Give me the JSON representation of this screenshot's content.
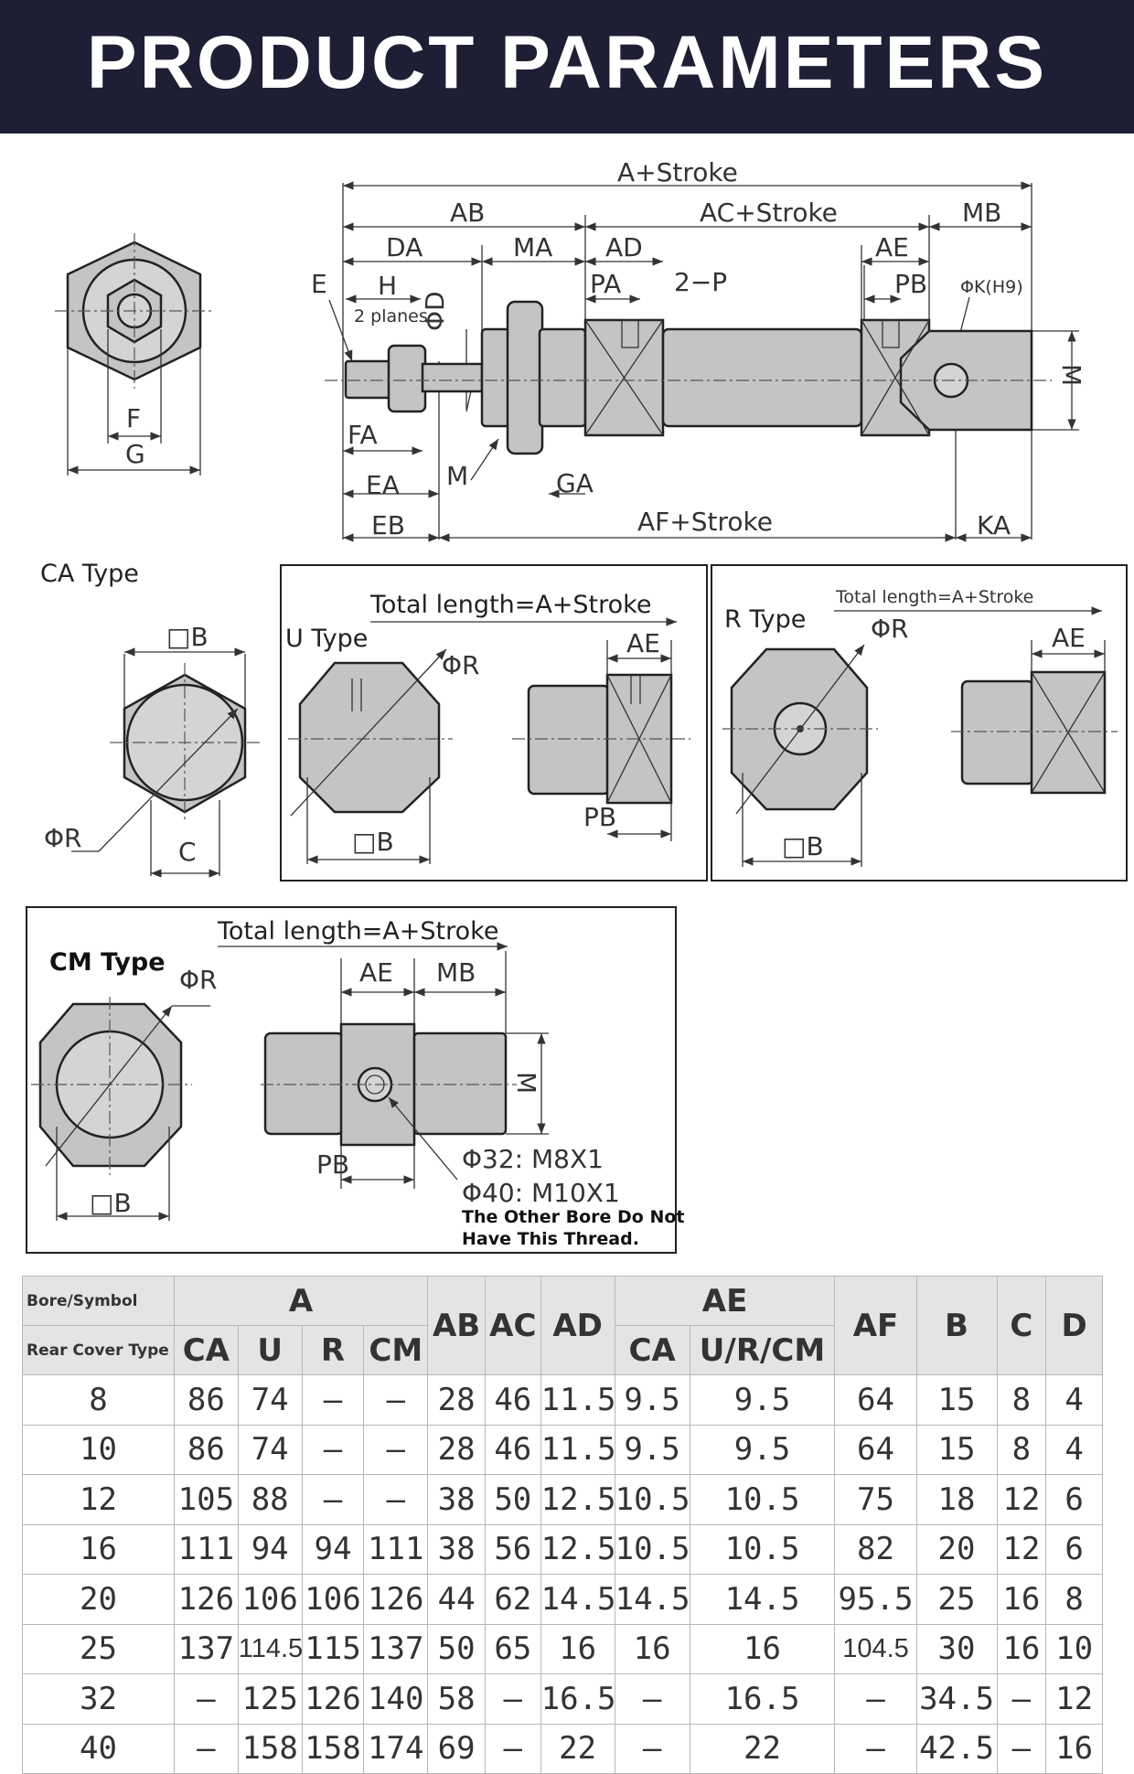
{
  "header": {
    "title": "PRODUCT PARAMETERS"
  },
  "main_drawing": {
    "labels": {
      "a_stroke": "A+Stroke",
      "ab": "AB",
      "ac_stroke": "AC+Stroke",
      "mb": "MB",
      "da": "DA",
      "ma": "MA",
      "ad": "AD",
      "ae": "AE",
      "e": "E",
      "h": "H",
      "two_planes": "2 planes",
      "phi_d": "ΦD",
      "pa": "PA",
      "two_p": "2−P",
      "pb": "PB",
      "phi_k": "ΦK(H9)",
      "m": "M",
      "fa": "FA",
      "ea": "EA",
      "m_thread": "M",
      "ga": "GA",
      "eb": "EB",
      "af_stroke": "AF+Stroke",
      "ka": "KA",
      "f": "F",
      "g": "G"
    }
  },
  "ca_type": {
    "title": "CA Type",
    "b": "□B",
    "phi_r": "ΦR",
    "c": "C"
  },
  "u_type": {
    "title": "U Type",
    "total": "Total length=A+Stroke",
    "phi_r": "ΦR",
    "ae": "AE",
    "pb": "PB",
    "b": "□B"
  },
  "r_type": {
    "title": "R Type",
    "total": "Total length=A+Stroke",
    "phi_r": "ΦR",
    "ae": "AE",
    "b": "□B"
  },
  "cm_type": {
    "title": "CM Type",
    "total": "Total length=A+Stroke",
    "phi_r": "ΦR",
    "ae": "AE",
    "mb": "MB",
    "m": "M",
    "pb": "PB",
    "b": "□B",
    "thread1": "Φ32: M8X1",
    "thread2": "Φ40: M10X1",
    "note1": "The Other Bore Do Not",
    "note2": "Have This Thread."
  },
  "table": {
    "header": {
      "bore_symbol": "Bore/Symbol",
      "rear_cover_type": "Rear Cover Type",
      "a": "A",
      "a_ca": "CA",
      "a_u": "U",
      "a_r": "R",
      "a_cm": "CM",
      "ab": "AB",
      "ac": "AC",
      "ad": "AD",
      "ae": "AE",
      "ae_ca": "CA",
      "ae_urcm": "U/R/CM",
      "af": "AF",
      "b": "B",
      "c": "C",
      "d": "D"
    },
    "rows": [
      [
        "8",
        "86",
        "74",
        "–",
        "–",
        "28",
        "46",
        "11.5",
        "9.5",
        "9.5",
        "64",
        "15",
        "8",
        "4"
      ],
      [
        "10",
        "86",
        "74",
        "–",
        "–",
        "28",
        "46",
        "11.5",
        "9.5",
        "9.5",
        "64",
        "15",
        "8",
        "4"
      ],
      [
        "12",
        "105",
        "88",
        "–",
        "–",
        "38",
        "50",
        "12.5",
        "10.5",
        "10.5",
        "75",
        "18",
        "12",
        "6"
      ],
      [
        "16",
        "111",
        "94",
        "94",
        "111",
        "38",
        "56",
        "12.5",
        "10.5",
        "10.5",
        "82",
        "20",
        "12",
        "6"
      ],
      [
        "20",
        "126",
        "106",
        "106",
        "126",
        "44",
        "62",
        "14.5",
        "14.5",
        "14.5",
        "95.5",
        "25",
        "16",
        "8"
      ],
      [
        "25",
        "137",
        "114.5",
        "115",
        "137",
        "50",
        "65",
        "16",
        "16",
        "16",
        "104.5",
        "30",
        "16",
        "10"
      ],
      [
        "32",
        "–",
        "125",
        "126",
        "140",
        "58",
        "–",
        "16.5",
        "–",
        "16.5",
        "–",
        "34.5",
        "–",
        "12"
      ],
      [
        "40",
        "–",
        "158",
        "158",
        "174",
        "69",
        "–",
        "22",
        "–",
        "22",
        "–",
        "42.5",
        "–",
        "16"
      ]
    ]
  }
}
